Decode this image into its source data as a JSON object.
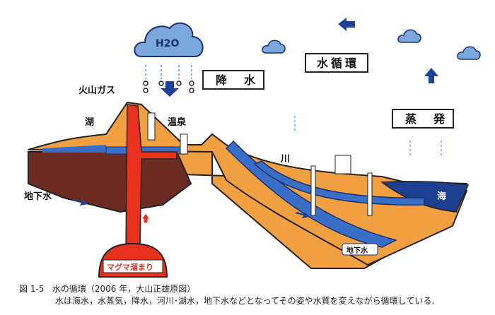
{
  "labels": {
    "cloud": "H2O",
    "precipitation": "降　水",
    "water_cycle": "水循環",
    "evaporation": "蒸　発",
    "volcanic_gas": "火山ガス",
    "lake": "湖",
    "hot_spring": "温泉",
    "river": "川",
    "groundwater_left": "地下水",
    "sea": "海",
    "groundwater_band": "地下水",
    "magma": "マグマ溜まり"
  },
  "caption": {
    "figure_number": "図 1-5",
    "title": "水の循環（2006 年，大山正雄原図）",
    "description": "水は海水，水蒸気，降水，河川･湖水，地下水などとなってその姿や水質を変えながら循環している."
  },
  "colors": {
    "earth": "#f0a040",
    "water": "#3a6fc8",
    "deep_water": "#1d3f8f",
    "magma": "#e8321e",
    "clay": "#6b2b22",
    "cloud": "#7aa8dc",
    "arrow": "#1e3f9a"
  }
}
